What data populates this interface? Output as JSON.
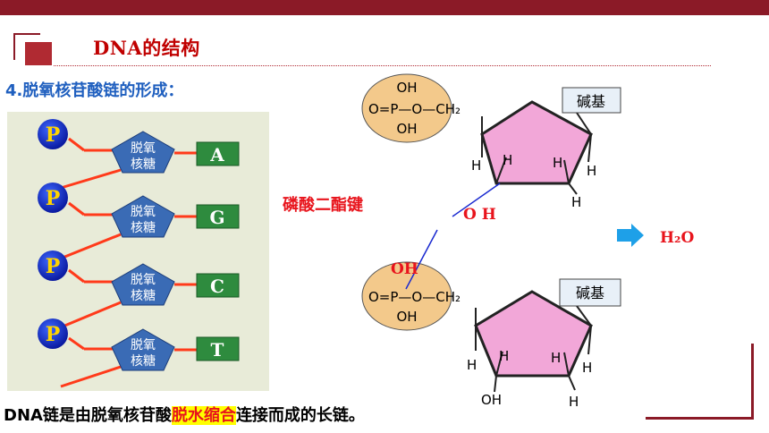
{
  "header": {
    "title": "DNA的结构"
  },
  "subtitle": "4.脱氧核苷酸链的形成：",
  "chain": {
    "phosphate_label": "P",
    "sugar_line1": "脱氧",
    "sugar_line2": "核糖",
    "bases": [
      "A",
      "G",
      "C",
      "T"
    ]
  },
  "molecule": {
    "phosphate_top": "OH",
    "phosphate_middle": "O=P—O—CH₂",
    "phosphate_bottom": "OH",
    "base_label": "碱基",
    "hydrogen": "H",
    "hydroxyl": "OH"
  },
  "bond_label": "磷酸二酯键",
  "oh_top": "O H",
  "oh_bottom": "OH",
  "product": "H₂O",
  "caption": {
    "before": "DNA链是由脱氧核苷酸",
    "highlight": "脱水缩合",
    "after": "连接而成的长链。"
  },
  "colors": {
    "accent": "#8b1a27",
    "red": "#e8141c",
    "blue": "#1f5fbf",
    "base_green": "#2e8b3e",
    "sugar_blue": "#3a6bb5"
  }
}
